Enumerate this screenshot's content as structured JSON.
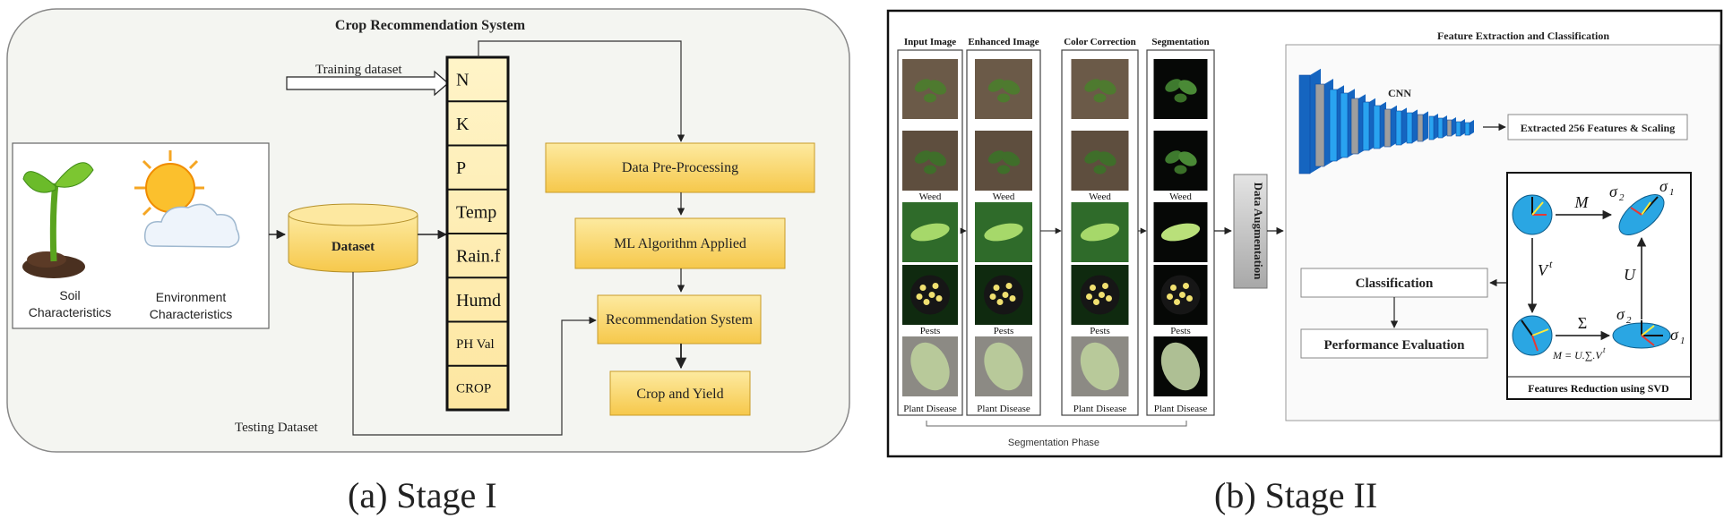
{
  "stage1": {
    "title": "Crop Recommendation System",
    "training_label": "Training dataset",
    "testing_label": "Testing Dataset",
    "soil_label_line1": "Soil",
    "soil_label_line2": "Characteristics",
    "env_label_line1": "Environment",
    "env_label_line2": "Characteristics",
    "dataset_label": "Dataset",
    "features": [
      "N",
      "K",
      "P",
      "Temp",
      "Rain.f",
      "Humd",
      "PH Val",
      "CROP"
    ],
    "steps": [
      "Data Pre-Processing",
      "ML Algorithm Applied",
      "Recommendation System",
      "Crop and Yield"
    ],
    "caption": "(a) Stage I"
  },
  "stage2": {
    "col_headers": [
      "Input Image",
      "Enhanced Image",
      "Color Correction",
      "Segmentation"
    ],
    "row_labels": [
      "Weed",
      "Weed",
      "Pests",
      "Plant Disease"
    ],
    "data_augmentation": "Data Augmentation",
    "segmentation_phase": "Segmentation Phase",
    "fe_title": "Feature Extraction and Classification",
    "cnn_label": "CNN",
    "extracted_label": "Extracted 256 Features & Scaling",
    "classification_label": "Classification",
    "performance_label": "Performance Evaluation",
    "svd_label": "Features Reduction using SVD",
    "svd_symbols": {
      "M": "M",
      "Vt": "V",
      "t": "t",
      "U": "U",
      "Sigma": "Σ",
      "sigma1": "σ",
      "sub1": "1",
      "sigma2": "σ",
      "sub2": "2",
      "formula": "M = U.∑.V"
    },
    "caption": "(b) Stage II"
  },
  "colors": {
    "yellow_box": "#fbd66a",
    "cylinder": "#f7cf55",
    "svd_circle": "#2aa6e3",
    "cnn_blue": "#1e8fe0",
    "aug_gray": "#bdbdbd"
  }
}
